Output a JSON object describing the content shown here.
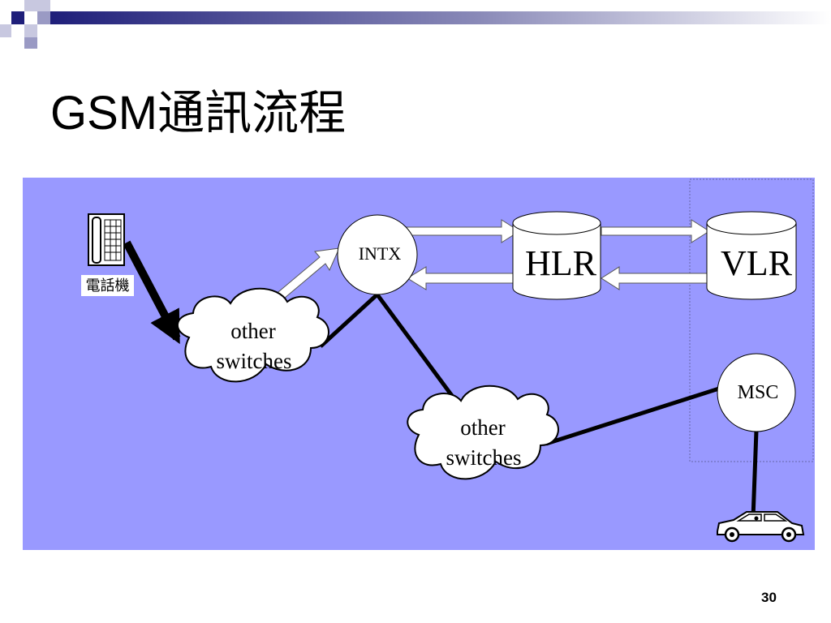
{
  "slide": {
    "title": "GSM通訊流程",
    "page_number": "30"
  },
  "diagram": {
    "phone_label": "電話機",
    "intx_label": "INTX",
    "hlr_label": "HLR",
    "vlr_label": "VLR",
    "msc_label": "MSC",
    "cloud_left": {
      "line1": "other",
      "line2": "switches"
    },
    "cloud_right": {
      "line1": "other",
      "line2": "switches"
    }
  },
  "colors": {
    "diagram_background": "#9999ff",
    "title_bar_accent": "#1f1f7a",
    "node_fill": "#ffffff",
    "link_line": "#000000"
  },
  "icons": {
    "phone": "telephone-icon",
    "car": "car-icon"
  }
}
